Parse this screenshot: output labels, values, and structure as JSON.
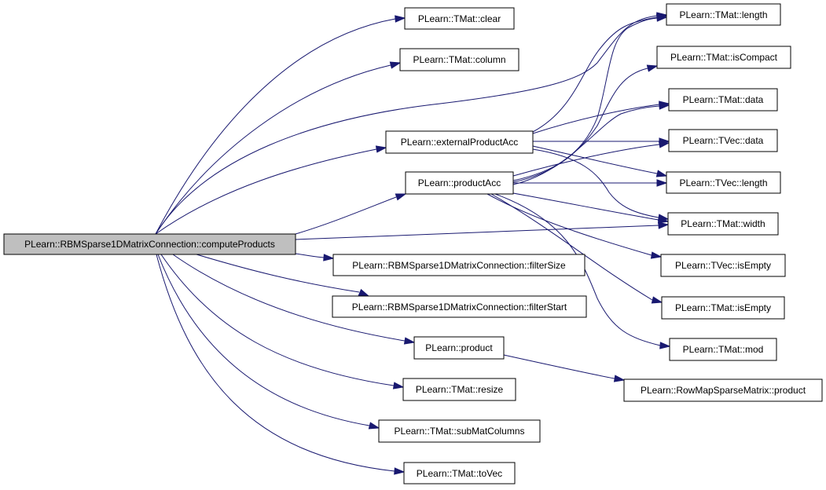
{
  "colors": {
    "edge": "#191970",
    "root_fill": "#bfbfbf",
    "node_fill": "#ffffff",
    "border": "#000000"
  },
  "nodes": {
    "root": "PLearn::RBMSparse1DMatrixConnection::computeProducts",
    "tmat_clear": "PLearn::TMat::clear",
    "tmat_column": "PLearn::TMat::column",
    "external_product_acc": "PLearn::externalProductAcc",
    "product_acc": "PLearn::productAcc",
    "filter_size": "PLearn::RBMSparse1DMatrixConnection::filterSize",
    "filter_start": "PLearn::RBMSparse1DMatrixConnection::filterStart",
    "product": "PLearn::product",
    "tmat_resize": "PLearn::TMat::resize",
    "tmat_submatcolumns": "PLearn::TMat::subMatColumns",
    "tmat_tovec": "PLearn::TMat::toVec",
    "tmat_length": "PLearn::TMat::length",
    "tmat_iscompact": "PLearn::TMat::isCompact",
    "tmat_data": "PLearn::TMat::data",
    "tvec_data": "PLearn::TVec::data",
    "tvec_length": "PLearn::TVec::length",
    "tmat_width": "PLearn::TMat::width",
    "tvec_isempty": "PLearn::TVec::isEmpty",
    "tmat_isempty": "PLearn::TMat::isEmpty",
    "tmat_mod": "PLearn::TMat::mod",
    "rowmap_product": "PLearn::RowMapSparseMatrix::product"
  },
  "edges": [
    [
      "root",
      "tmat_clear"
    ],
    [
      "root",
      "tmat_column"
    ],
    [
      "root",
      "tmat_length"
    ],
    [
      "root",
      "external_product_acc"
    ],
    [
      "root",
      "product_acc"
    ],
    [
      "root",
      "tmat_width"
    ],
    [
      "root",
      "filter_size"
    ],
    [
      "root",
      "filter_start"
    ],
    [
      "root",
      "product"
    ],
    [
      "root",
      "tmat_resize"
    ],
    [
      "root",
      "tmat_submatcolumns"
    ],
    [
      "root",
      "tmat_tovec"
    ],
    [
      "external_product_acc",
      "tmat_length"
    ],
    [
      "external_product_acc",
      "tmat_data"
    ],
    [
      "external_product_acc",
      "tvec_data"
    ],
    [
      "external_product_acc",
      "tvec_length"
    ],
    [
      "external_product_acc",
      "tmat_width"
    ],
    [
      "product_acc",
      "tmat_length"
    ],
    [
      "product_acc",
      "tmat_iscompact"
    ],
    [
      "product_acc",
      "tmat_data"
    ],
    [
      "product_acc",
      "tvec_data"
    ],
    [
      "product_acc",
      "tvec_length"
    ],
    [
      "product_acc",
      "tmat_width"
    ],
    [
      "product_acc",
      "tvec_isempty"
    ],
    [
      "product_acc",
      "tmat_isempty"
    ],
    [
      "product_acc",
      "tmat_mod"
    ],
    [
      "product",
      "rowmap_product"
    ]
  ]
}
